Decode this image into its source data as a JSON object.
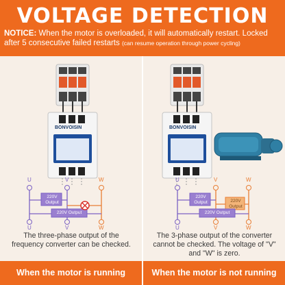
{
  "header": {
    "title": "VOLTAGE DETECTION",
    "notice_label": "NOTICE:",
    "notice_text": " When the motor is overloaded, it will automatically restart. Locked after 5 consecutive failed restarts",
    "notice_small": "(can resume operation through power cycling)"
  },
  "left": {
    "brand": "BONVOISIN",
    "terminals_top": [
      "U",
      "V",
      "W"
    ],
    "terminals_bottom": [
      "U",
      "V",
      "W"
    ],
    "output_220": "220V Output",
    "output_220_short_a": "220V",
    "output_220_short_b": "Output",
    "caption": "The three-phase output of the frequency converter can be checked.",
    "footer": "When the motor is running"
  },
  "right": {
    "brand": "BONVOISIN",
    "terminals_top": [
      "U",
      "V",
      "W"
    ],
    "terminals_bottom": [
      "U",
      "V",
      "W"
    ],
    "output_220": "220V Output",
    "output_220_short_a": "220V",
    "output_220_short_b": "Output",
    "caption": "The 3-phase output of the converter cannot be checked. The voltage of \"V\" and \"W\" is zero.",
    "footer": "When the motor is not running"
  },
  "colors": {
    "accent": "#ee6a1e",
    "blue": "#1e4f9c",
    "purple_box": "#9a7fd0",
    "orange_box": "#f3b478",
    "red_x": "#d9342b"
  }
}
